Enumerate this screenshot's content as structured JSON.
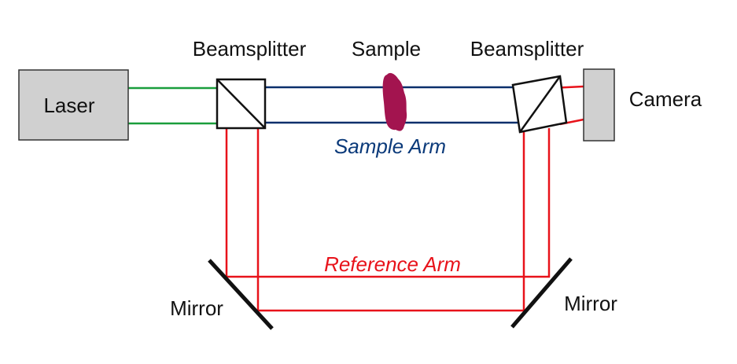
{
  "labels": {
    "laser": "Laser",
    "beamsplitter_left": "Beamsplitter",
    "sample": "Sample",
    "beamsplitter_right": "Beamsplitter",
    "camera": "Camera",
    "sample_arm": "Sample Arm",
    "reference_arm": "Reference Arm",
    "mirror_left": "Mirror",
    "mirror_right": "Mirror"
  },
  "colors": {
    "laser_beam": "#1a9e3c",
    "sample_beam": "#0b2f6b",
    "reference_beam": "#e8121a",
    "sample": "#a3144f",
    "box_fill": "#d0d0d0",
    "outline": "#111111",
    "sample_arm_text": "#0b3a7a",
    "reference_arm_text": "#e8121a"
  }
}
